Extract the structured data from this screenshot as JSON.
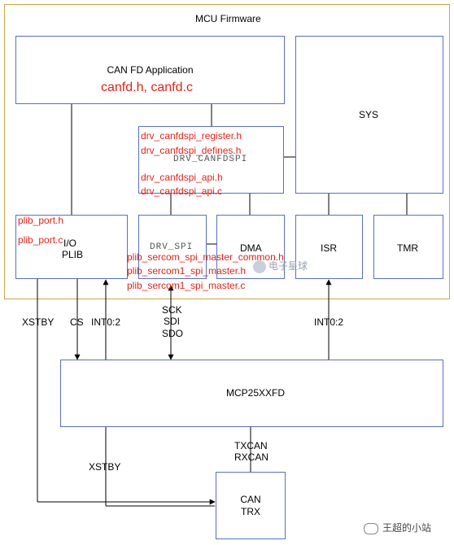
{
  "mcu_firmware": {
    "title": "MCU Firmware"
  },
  "can_fd_app": {
    "title": "CAN FD Application",
    "files": "canfd.h, canfd.c"
  },
  "drv_canfdspi": {
    "name": "DRV_CANFDSPI",
    "files": [
      "drv_canfdspi_register.h",
      "drv_canfdspi_defines.h",
      "drv_canfdspi_api.h",
      "drv_canfdspi_api.c"
    ]
  },
  "sys": {
    "name": "SYS"
  },
  "io_plib": {
    "line1": "I/O",
    "line2": "PLIB",
    "files": [
      "plib_port.h",
      "plib_port.c"
    ]
  },
  "drv_spi": {
    "name": "DRV_SPI",
    "files": [
      "plib_sercom_spi_master_common.h",
      "plib_sercom1_spi_master.h",
      "plib_sercom1_spi_master.c"
    ]
  },
  "dma": {
    "name": "DMA"
  },
  "isr": {
    "name": "ISR"
  },
  "tmr": {
    "name": "TMR"
  },
  "mcp": {
    "name": "MCP25XXFD"
  },
  "can_trx": {
    "line1": "CAN",
    "line2": "TRX"
  },
  "signals": {
    "xstby_top": "XSTBY",
    "cs": "CS",
    "int0_2_left": "INT0:2",
    "sck": "SCK",
    "sdi": "SDI",
    "sdo": "SDO",
    "int0_2_right": "INT0:2",
    "txcan": "TXCAN",
    "rxcan": "RXCAN",
    "xstby_bottom": "XSTBY"
  },
  "watermarks": {
    "center": "电子星球",
    "corner": "王超的小站"
  },
  "colors": {
    "box_border": "#5a6fc0",
    "frame_border": "#c9a64a",
    "file_text": "#e0241b"
  }
}
